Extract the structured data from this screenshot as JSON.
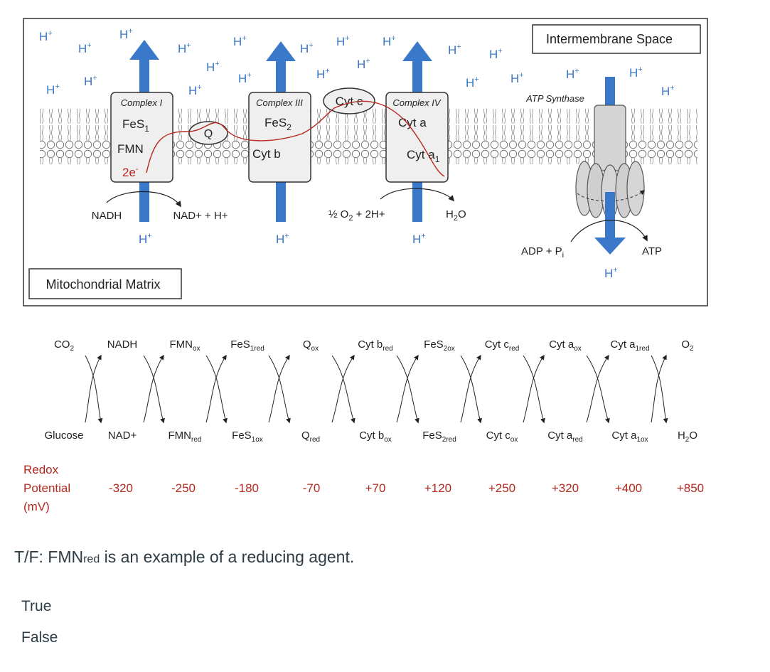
{
  "labels": {
    "intermembrane": "Intermembrane Space",
    "matrix": "Mitochondrial Matrix",
    "hplus_base": "H",
    "hplus_sup": "+"
  },
  "complex1": {
    "title": "Complex I",
    "fes_base": "FeS",
    "fes_sub": "1",
    "fmn": "FMN",
    "electrons": "2e",
    "electrons_sup": "-"
  },
  "quinone": "Q",
  "complex3": {
    "title": "Complex III",
    "fes_base": "FeS",
    "fes_sub": "2",
    "cytb": "Cyt b"
  },
  "cytc": "Cyt c",
  "complex4": {
    "title": "Complex IV",
    "cyta": "Cyt a",
    "cyta1_base": "Cyt a",
    "cyta1_sub": "1"
  },
  "atp_synthase": "ATP Synthase",
  "reactions": {
    "nadh": "NADH",
    "nad_h": "NAD+ + H+",
    "oxygen_left": "½ O",
    "oxygen_sub": "2",
    "oxygen_right": " + 2H+",
    "water_base": "H",
    "water_sub": "2",
    "water_end": "O",
    "adp_base": "ADP + P",
    "adp_sub": "i",
    "atp": "ATP"
  },
  "redox_pairs": [
    {
      "top": "CO",
      "top_sub": "2",
      "bottom": "Glucose",
      "bottom_sub": "",
      "potential": "-320"
    },
    {
      "top": "NADH",
      "top_sub": "",
      "bottom": "NAD+",
      "bottom_sub": "",
      "potential": "-250"
    },
    {
      "top": "FMN",
      "top_sub": "ox",
      "bottom": "FMN",
      "bottom_sub": "red",
      "potential": "-180"
    },
    {
      "top": "FeS",
      "top_sub": "1red",
      "bottom": "FeS",
      "bottom_sub": "1ox",
      "potential": "-70"
    },
    {
      "top": "Q",
      "top_sub": "ox",
      "bottom": "Q",
      "bottom_sub": "red",
      "potential": "+70"
    },
    {
      "top": "Cyt b",
      "top_sub": "red",
      "bottom": "Cyt b",
      "bottom_sub": "ox",
      "potential": "+120"
    },
    {
      "top": "FeS",
      "top_sub": "2ox",
      "bottom": "FeS",
      "bottom_sub": "2red",
      "potential": "+250"
    },
    {
      "top": "Cyt c",
      "top_sub": "red",
      "bottom": "Cyt c",
      "bottom_sub": "ox",
      "potential": "+320"
    },
    {
      "top": "Cyt a",
      "top_sub": "ox",
      "bottom": "Cyt a",
      "bottom_sub": "red",
      "potential": "+400"
    },
    {
      "top": "Cyt a",
      "top_sub": "1red",
      "bottom": "Cyt a",
      "bottom_sub": "1ox",
      "potential": "+850"
    },
    {
      "top": "O",
      "top_sub": "2",
      "bottom": "H",
      "bottom_sub": "2",
      "bottom_end": "O",
      "potential": ""
    }
  ],
  "redox_label": [
    "Redox",
    "Potential",
    "(mV)"
  ],
  "question": {
    "prefix": "T/F: FMN",
    "sub": "red",
    "suffix": " is an example of a reducing agent."
  },
  "options": [
    "True",
    "False"
  ],
  "colors": {
    "blue": "#3a78c9",
    "red": "#b5281d",
    "box": "#efefef"
  }
}
